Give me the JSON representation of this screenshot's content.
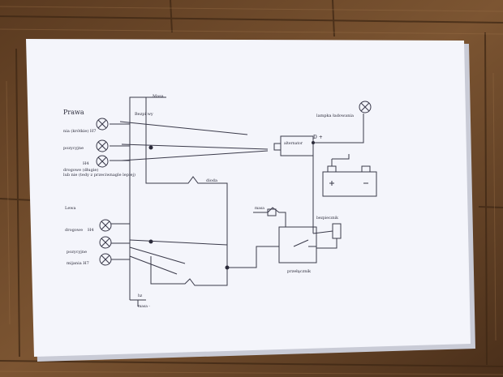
{
  "photo": {
    "subject": "",
    "colors": {
      "floor_dark": "#4e321c",
      "floor_light": "#8a6240",
      "paper": "#f4f5fb",
      "paper_shadow": "#c9cbd6",
      "ink": "#3a3a4a"
    }
  },
  "diagram": {
    "title_right": "Prawa",
    "title_left": "Lewa",
    "masa_top": "Masa",
    "bezpiecznik_top": "Bezpi wy",
    "right_low_beam": "nia (krótkie) H7",
    "right_position": "pozycyjne",
    "right_h4": "H4",
    "right_high_beam": "drogowe (długie)",
    "right_high_beam_note": "lub nie (tedy z przeciwnagle lepiej)",
    "dioda_1": "dioda",
    "charge_lamp": "lampka ładowania",
    "alternator": "alternator",
    "d_plus": "D +",
    "masa_mid": "masa",
    "bezpiecznik_right": "bezpiecznik",
    "left_high_beam": "drogowe",
    "left_h4": "H4",
    "left_position": "pozycyjne",
    "left_low_beam": "mijania H7",
    "switch": "przełącznik",
    "bottom_hz": "hz",
    "masa_bottom": "masa -"
  }
}
